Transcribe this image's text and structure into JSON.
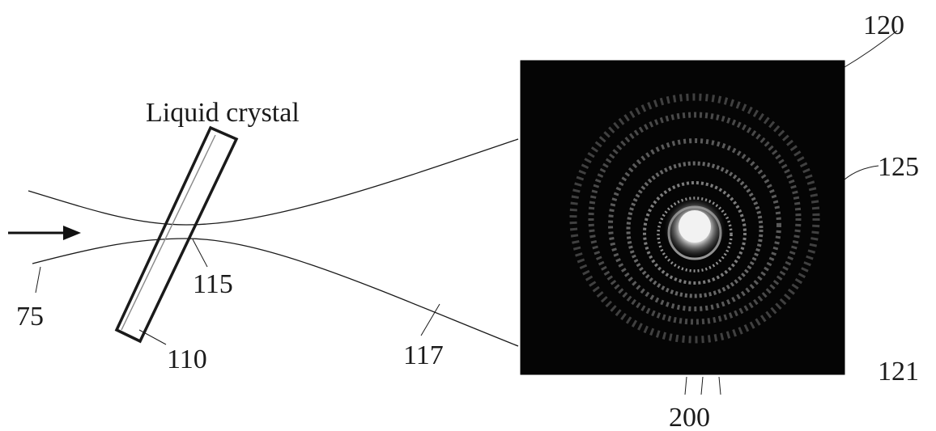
{
  "diagram": {
    "title_label": "Liquid crystal",
    "labels": {
      "beam_input": "75",
      "crystal": "110",
      "focus": "115",
      "beam_output": "117",
      "screen": "120",
      "screen_edge": "121",
      "rings": "125",
      "ring_marks": "200"
    }
  }
}
